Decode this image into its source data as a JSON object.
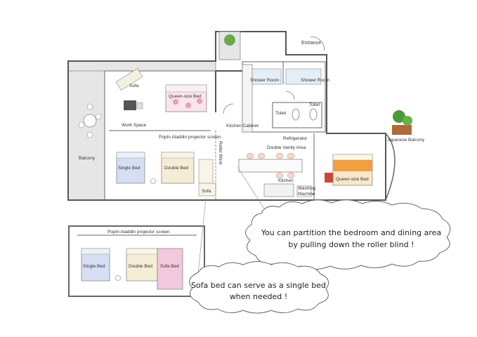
{
  "labels": {
    "entrance": "Entrance",
    "sofa_top": "Sofa",
    "queen_bed_left": "Queen-size Bed",
    "shower_room_1": "Shower Room",
    "shower_room_2": "Shower Room",
    "toilet_1": "Toilet",
    "toilet_2": "Toilet",
    "work_space": "Work Space",
    "kitchen_cabinet": "Kitchen Cabinet",
    "refrigerator": "Refrigerator",
    "projector_screen_top": "PopIn Aladdin projector screen",
    "japanese_balcony": "Japanese Balcony",
    "roller_blind": "Roller Blind",
    "double_vanity": "Double Vanity Area",
    "balcony": "Balcony",
    "single_bed_top": "Single Bed",
    "double_bed_top": "Double Bed",
    "queen_bed_right": "Queen-size Bed",
    "kitchen": "Kitchen",
    "washing_machine_1": "Washing",
    "washing_machine_2": "Machine",
    "sofa_bottom": "Sofa",
    "projector_screen_inset": "PopIn Aladdin projector screen",
    "single_bed_inset": "Single Bed",
    "double_bed_inset": "Double Bed",
    "sofa_bed_inset": "Sofa Bed"
  },
  "callouts": {
    "roller_blind_line1": "You can partition the bedroom and dining area",
    "roller_blind_line2": "by pulling down the roller blind !",
    "sofa_bed_line1": "Sofa bed can serve as a single bed",
    "sofa_bed_line2": "when needed !"
  },
  "colors": {
    "wall": "#555555",
    "queen_bed_left": "#e8a0b0",
    "single_bed": "#b8c4e8",
    "double_bed": "#e8dcb8",
    "queen_bed_right": "#f0a040",
    "sofa_bed": "#f2c8dc",
    "plant": "#4a9a3a"
  }
}
